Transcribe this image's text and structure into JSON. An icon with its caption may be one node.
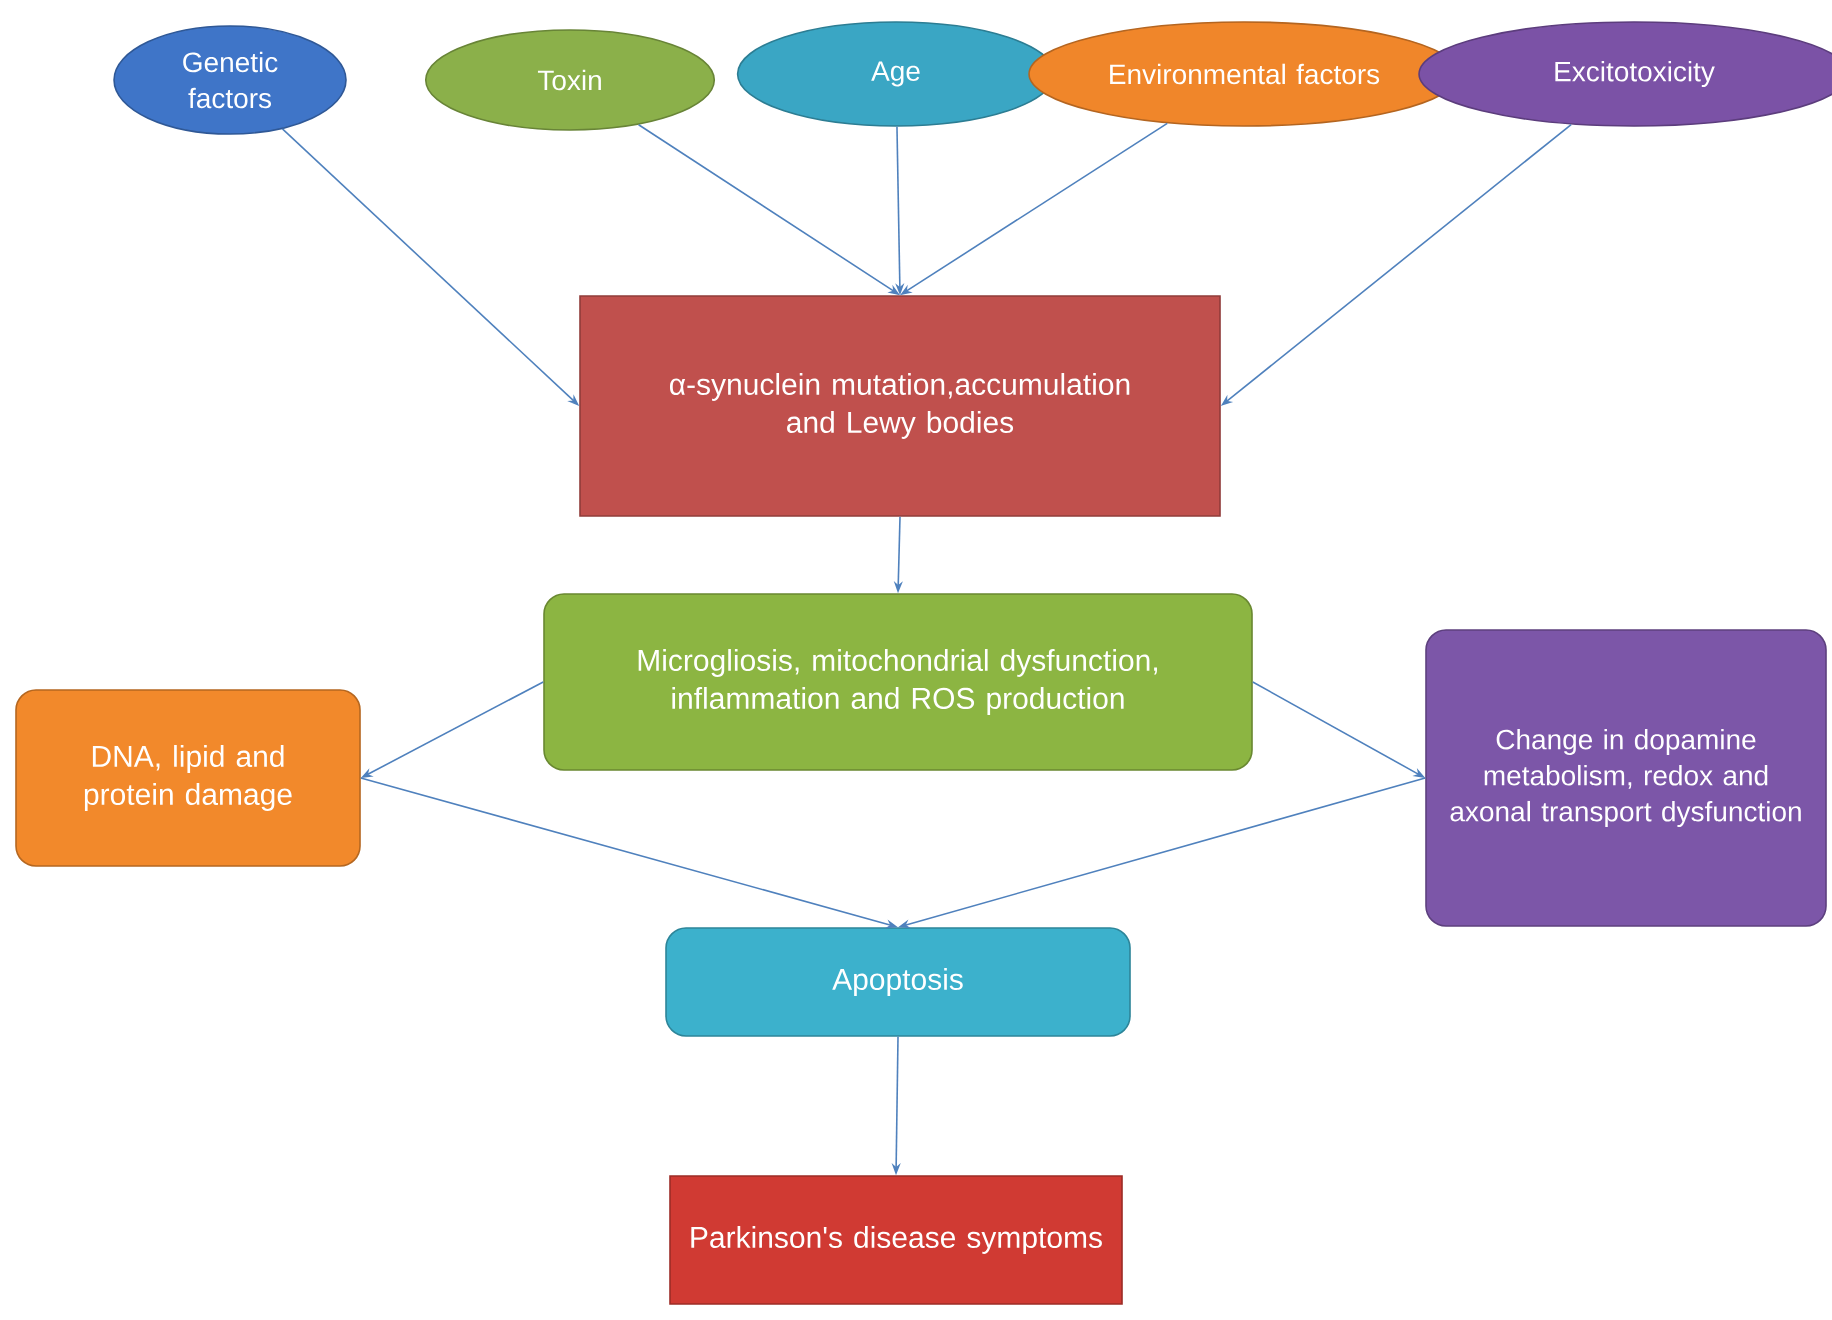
{
  "diagram": {
    "nodes": [
      {
        "text": [
          "Genetic factors"
        ]
      },
      {
        "text": [
          "Toxin"
        ]
      },
      {
        "text": [
          "Age"
        ]
      },
      {
        "text": [
          "Environmental factors"
        ]
      },
      {
        "text": [
          "Excitotoxicity"
        ]
      },
      {
        "text": [
          "α-synuclein mutation,accumulation and Lewy bodies"
        ]
      },
      {
        "text": [
          "Microgliosis, mitochondrial dysfunction, inflammation and ROS production"
        ]
      },
      {
        "text": [
          "DNA, lipid and protein damage"
        ]
      },
      {
        "text": [
          "Change in dopamine metabolism, redox and axonal transport dysfunction"
        ]
      },
      {
        "text": [
          "Apoptosis"
        ]
      },
      {
        "text": [
          "Parkinson's disease symptoms"
        ]
      }
    ],
    "edges": [
      {
        "from": 0,
        "to": 5,
        "arrow": "to"
      },
      {
        "from": 1,
        "to": 5,
        "arrow": "to"
      },
      {
        "from": 2,
        "to": 5,
        "arrow": "to"
      },
      {
        "from": 3,
        "to": 5,
        "arrow": "to"
      },
      {
        "from": 4,
        "to": 5,
        "arrow": "to"
      },
      {
        "from": 5,
        "to": 6,
        "arrow": "to"
      },
      {
        "from": 6,
        "to": 7,
        "arrow": "to"
      },
      {
        "from": 6,
        "to": 8,
        "arrow": "to"
      },
      {
        "from": 7,
        "to": 9,
        "arrow": "to"
      },
      {
        "from": 8,
        "to": 9,
        "arrow": "to"
      },
      {
        "from": 9,
        "to": 10,
        "arrow": "to"
      }
    ]
  }
}
